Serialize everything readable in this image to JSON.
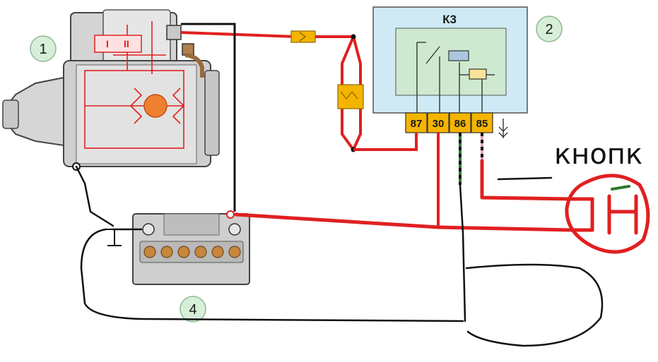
{
  "relay": {
    "title": "К3",
    "pins": [
      "87",
      "30",
      "86",
      "85"
    ]
  },
  "callouts": {
    "starter": "1",
    "relay": "2",
    "battery": "4"
  },
  "handwritten": {
    "button_label": "кнопк"
  },
  "colors": {
    "wire_red": "#e02020",
    "wire_black": "#111111",
    "relay_body": "#cfeaf4",
    "relay_inner": "#cfe9d0",
    "pin_fill": "#f4b400",
    "callout_fill": "#d7efd8",
    "fuse_fill": "#f4b400"
  }
}
